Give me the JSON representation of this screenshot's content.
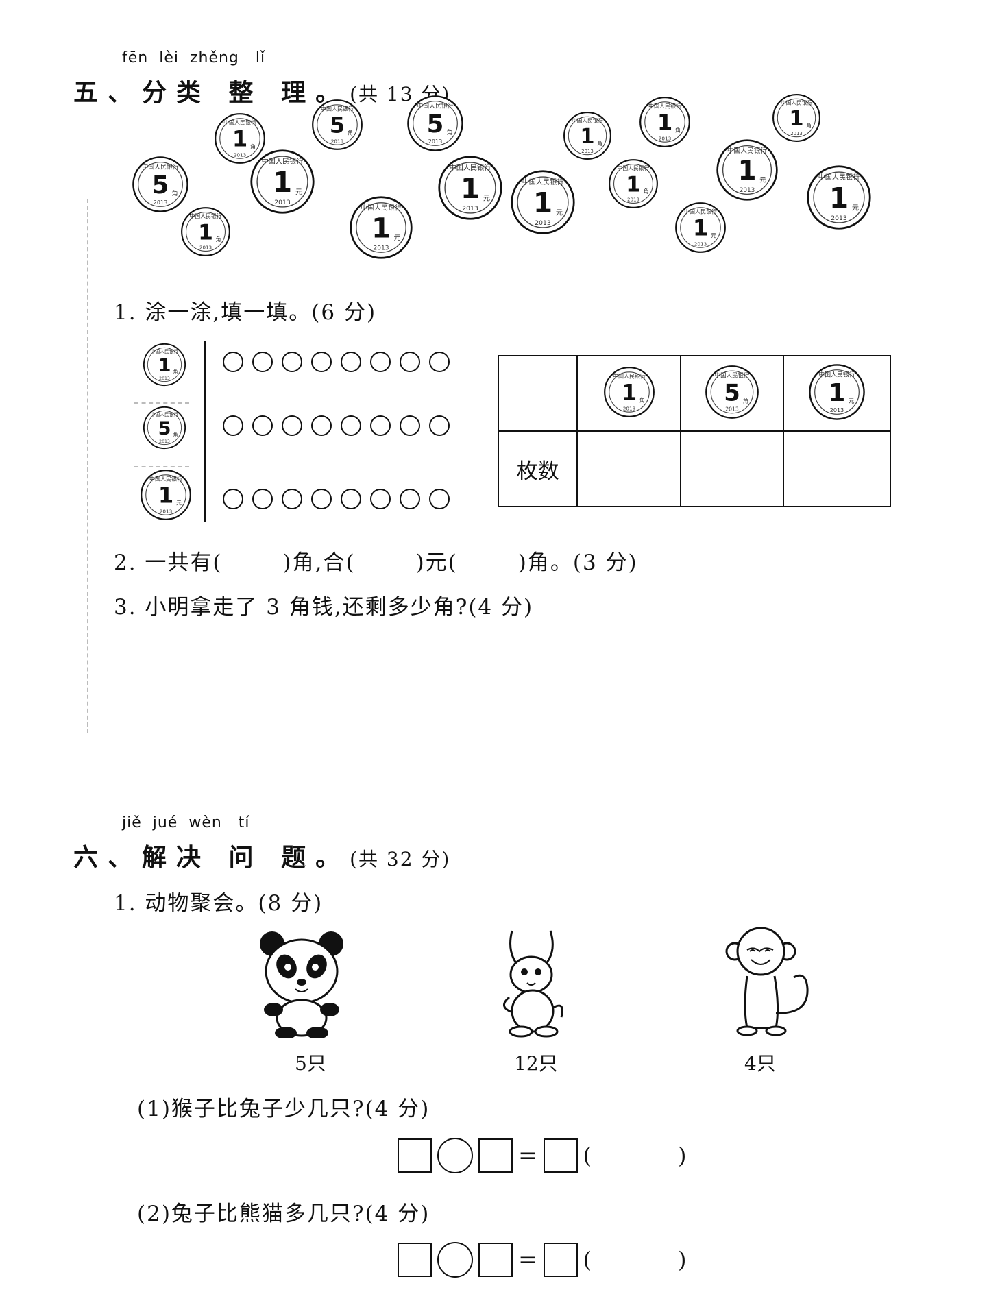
{
  "section5": {
    "pinyin": "fēn  lèi  zhěng   lǐ",
    "title": "五、分类 整 理。",
    "points": "(共 13 分)",
    "q1": "1. 涂一涂,填一填。(6 分)",
    "q2": {
      "part1": "2. 一共有(",
      "part2": ")角,合(",
      "part3": ")元(",
      "part4": ")角。(3 分)"
    },
    "q3": "3. 小明拿走了 3 角钱,还剩多少角?(4 分)",
    "table_row_label": "枚数"
  },
  "coins": {
    "one_jiao": "1",
    "five_jiao": "5",
    "one_yuan": "1",
    "rim_text": "中国人民银行",
    "year": "2013",
    "unit_jiao": "角",
    "unit_yuan": "元"
  },
  "section6": {
    "pinyin": "jiě  jué  wèn   tí",
    "title": "六、解决 问 题。",
    "points": "(共 32 分)",
    "q1": "1. 动物聚会。(8 分)",
    "animals": [
      {
        "name": "panda",
        "count": "5只"
      },
      {
        "name": "rabbit",
        "count": "12只"
      },
      {
        "name": "monkey",
        "count": "4只"
      }
    ],
    "sub1": "(1)猴子比兔子少几只?(4 分)",
    "sub2": "(2)兔子比熊猫多几只?(4 分)",
    "equals": "=",
    "paren_open": "(",
    "paren_close": ")"
  }
}
